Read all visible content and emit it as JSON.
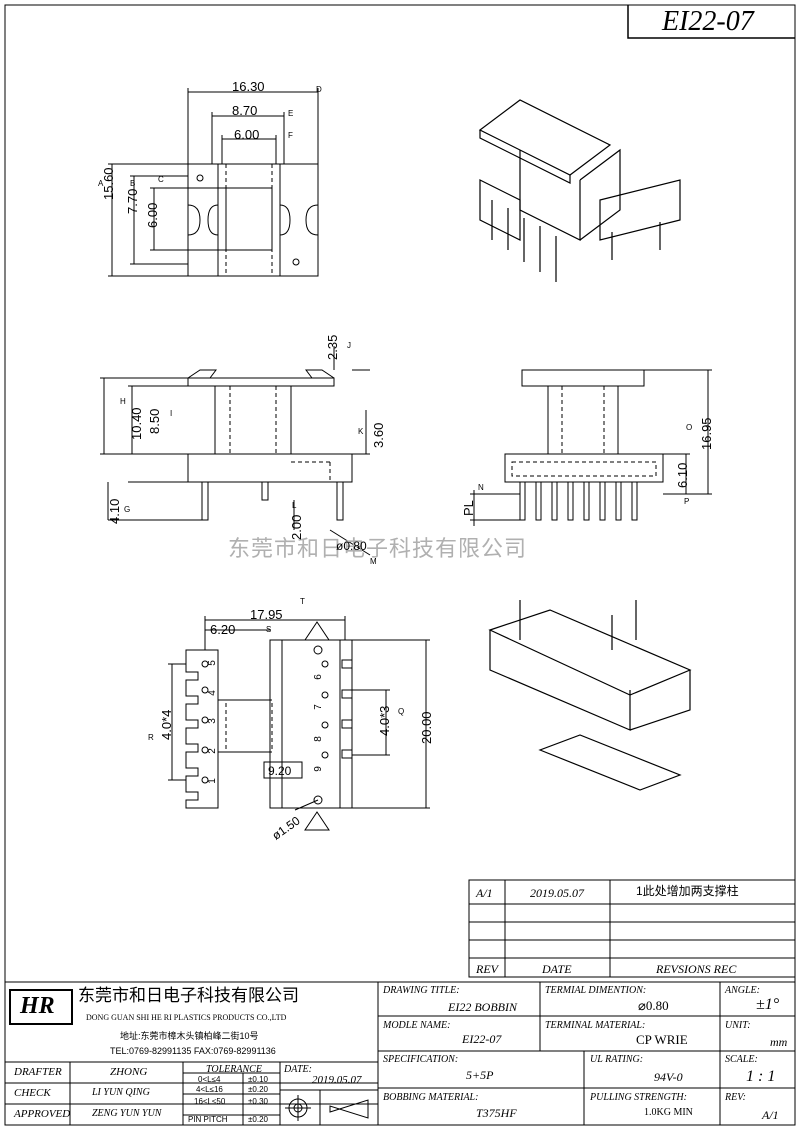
{
  "part_number": "EI22-07",
  "watermark": "东莞市和日电子科技有限公司",
  "top_view": {
    "dims": [
      "16.30",
      "8.70",
      "6.00",
      "15.60",
      "7.70",
      "6.00"
    ],
    "markers": [
      "D",
      "E",
      "F",
      "A",
      "B",
      "C"
    ]
  },
  "side_view": {
    "dims": [
      "2.35",
      "10.40",
      "8.50",
      "3.60",
      "4.10",
      "2.00",
      "0.80"
    ],
    "markers": [
      "J",
      "H",
      "I",
      "K",
      "G",
      "L",
      "M"
    ],
    "dia_prefix": "ø"
  },
  "front_view": {
    "dims": [
      "16.95",
      "6.10"
    ],
    "markers": [
      "O",
      "P",
      "N"
    ],
    "pl_label": "PL"
  },
  "bottom_view": {
    "dims": [
      "17.95",
      "6.20",
      "4.0*4",
      "4.0*3",
      "20.00",
      "9.20",
      "ø1.50"
    ],
    "markers": [
      "T",
      "S",
      "R",
      "Q"
    ],
    "revision_mark": "1",
    "pins_left": [
      "5",
      "4",
      "3",
      "2",
      "1"
    ],
    "pins_right": [
      "6",
      "7",
      "8",
      "9"
    ]
  },
  "revision_table": {
    "rows": [
      {
        "rev": "A/1",
        "date": "2019.05.07",
        "desc": "1此处增加两支撑柱"
      },
      {
        "rev": "",
        "date": "",
        "desc": ""
      },
      {
        "rev": "",
        "date": "",
        "desc": ""
      },
      {
        "rev": "",
        "date": "",
        "desc": ""
      }
    ],
    "header": {
      "rev": "REV",
      "date": "DATE",
      "desc": "REVSIONS  REC"
    }
  },
  "title_block": {
    "logo": "HR",
    "company_cn": "东莞市和日电子科技有限公司",
    "company_en": "DONG GUAN SHI HE RI  PLASTICS PRODUCTS   CO.,LTD",
    "address": "地址:东莞市樟木头镇柏峰二街10号",
    "tel_fax": "TEL:0769-82991135    FAX:0769-82991136",
    "drafter_label": "DRAFTER",
    "drafter": "ZHONG",
    "check_label": "CHECK",
    "check": "LI YUN QING",
    "approved_label": "APPROVED",
    "approved": "ZENG YUN YUN",
    "tolerance_label": "TOLERANCE",
    "tolerances": [
      {
        "range": "0<L≤4",
        "value": "±0.10"
      },
      {
        "range": "4<L≤16",
        "value": "±0.20"
      },
      {
        "range": "16<L≤50",
        "value": "±0.30"
      },
      {
        "range": "PIN PITCH",
        "value": "±0.20"
      }
    ],
    "date_label": "DATE:",
    "date": "2019.05.07",
    "drawing_title_label": "DRAWING TITLE:",
    "drawing_title": "EI22 BOBBIN",
    "terminal_dim_label": "TERMIAL DIMENTION:",
    "terminal_dim": "⌀0.80",
    "angle_label": "ANGLE:",
    "angle": "±1°",
    "model_label": "MODLE NAME:",
    "model": "EI22-07",
    "terminal_mat_label": "TERMINAL MATERIAL:",
    "terminal_mat": "CP WRIE",
    "unit_label": "UNIT:",
    "unit": "mm",
    "spec_label": "SPECIFICATION:",
    "spec": "5+5P",
    "ul_label": "UL RATING:",
    "ul": "94V-0",
    "scale_label": "SCALE:",
    "scale": "1 : 1",
    "bobbin_mat_label": "BOBBING MATERIAL:",
    "bobbin_mat": "T375HF",
    "pull_label": "PULLING STRENGTH:",
    "pull": "1.0KG MIN",
    "rev_label": "REV:",
    "rev": "A/1"
  }
}
